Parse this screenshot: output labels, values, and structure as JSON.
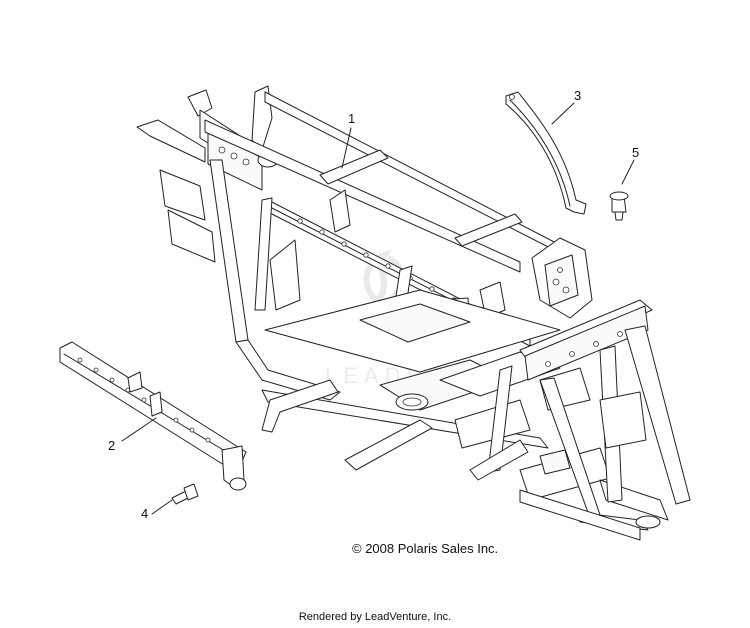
{
  "diagram": {
    "callouts": [
      {
        "id": "1",
        "label": "1"
      },
      {
        "id": "2",
        "label": "2"
      },
      {
        "id": "3",
        "label": "3"
      },
      {
        "id": "4",
        "label": "4"
      },
      {
        "id": "5",
        "label": "5"
      }
    ],
    "parts": [
      {
        "callout": "1",
        "icon": "main-frame-icon"
      },
      {
        "callout": "2",
        "icon": "side-rail-icon"
      },
      {
        "callout": "3",
        "icon": "curved-brace-icon"
      },
      {
        "callout": "4",
        "icon": "bolt-icon"
      },
      {
        "callout": "5",
        "icon": "flange-bolt-icon"
      }
    ],
    "watermark": "LEADVENTURE",
    "copyright": "© 2008 Polaris Sales Inc.",
    "footer": "Rendered by LeadVenture, Inc."
  }
}
